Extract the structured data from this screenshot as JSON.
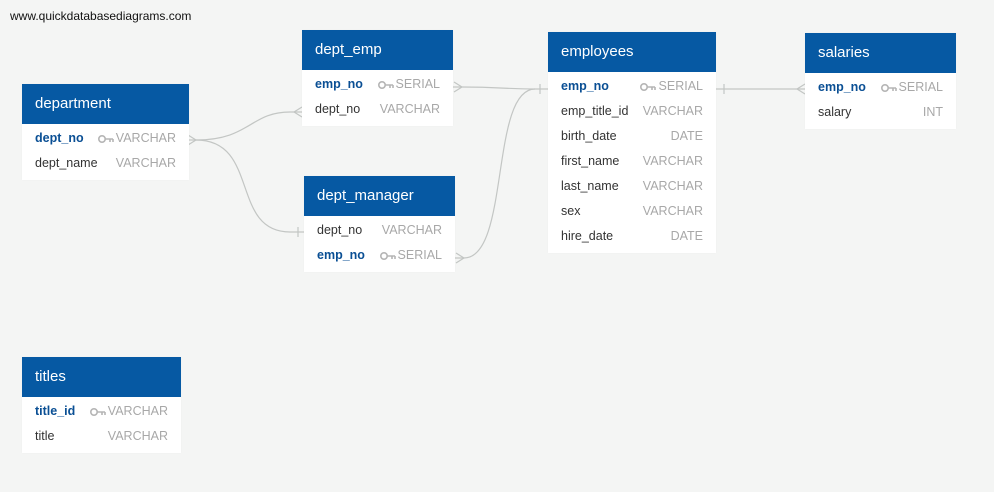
{
  "site": {
    "label": "www.quickdatabasediagrams.com"
  },
  "tables": [
    {
      "id": "department",
      "name": "department",
      "columns": [
        {
          "name": "dept_no",
          "type": "VARCHAR",
          "pk": true
        },
        {
          "name": "dept_name",
          "type": "VARCHAR",
          "pk": false
        }
      ]
    },
    {
      "id": "dept_emp",
      "name": "dept_emp",
      "columns": [
        {
          "name": "emp_no",
          "type": "SERIAL",
          "pk": true
        },
        {
          "name": "dept_no",
          "type": "VARCHAR",
          "pk": false
        }
      ]
    },
    {
      "id": "dept_manager",
      "name": "dept_manager",
      "columns": [
        {
          "name": "dept_no",
          "type": "VARCHAR",
          "pk": false
        },
        {
          "name": "emp_no",
          "type": "SERIAL",
          "pk": true
        }
      ]
    },
    {
      "id": "employees",
      "name": "employees",
      "columns": [
        {
          "name": "emp_no",
          "type": "SERIAL",
          "pk": true
        },
        {
          "name": "emp_title_id",
          "type": "VARCHAR",
          "pk": false
        },
        {
          "name": "birth_date",
          "type": "DATE",
          "pk": false
        },
        {
          "name": "first_name",
          "type": "VARCHAR",
          "pk": false
        },
        {
          "name": "last_name",
          "type": "VARCHAR",
          "pk": false
        },
        {
          "name": "sex",
          "type": "VARCHAR",
          "pk": false
        },
        {
          "name": "hire_date",
          "type": "DATE",
          "pk": false
        }
      ]
    },
    {
      "id": "salaries",
      "name": "salaries",
      "columns": [
        {
          "name": "emp_no",
          "type": "SERIAL",
          "pk": true
        },
        {
          "name": "salary",
          "type": "INT",
          "pk": false
        }
      ]
    },
    {
      "id": "titles",
      "name": "titles",
      "columns": [
        {
          "name": "title_id",
          "type": "VARCHAR",
          "pk": true
        },
        {
          "name": "title",
          "type": "VARCHAR",
          "pk": false
        }
      ]
    }
  ],
  "relationships": [
    {
      "from": "department.dept_no",
      "to": "dept_emp.dept_no",
      "from_end": "many",
      "to_end": "many"
    },
    {
      "from": "department.dept_no",
      "to": "dept_manager.dept_no",
      "from_end": "many",
      "to_end": "one"
    },
    {
      "from": "dept_emp.emp_no",
      "to": "employees.emp_no",
      "from_end": "many",
      "to_end": "one"
    },
    {
      "from": "dept_manager.emp_no",
      "to": "employees.emp_no",
      "from_end": "many",
      "to_end": "one"
    },
    {
      "from": "employees.emp_no",
      "to": "salaries.emp_no",
      "from_end": "one",
      "to_end": "many"
    }
  ],
  "colors": {
    "header": "#0659a3",
    "primary_key": "#0a4f94",
    "connector": "#c3c6c4",
    "background": "#f4f5f4"
  },
  "icons": {
    "primary_key": "key-icon"
  }
}
